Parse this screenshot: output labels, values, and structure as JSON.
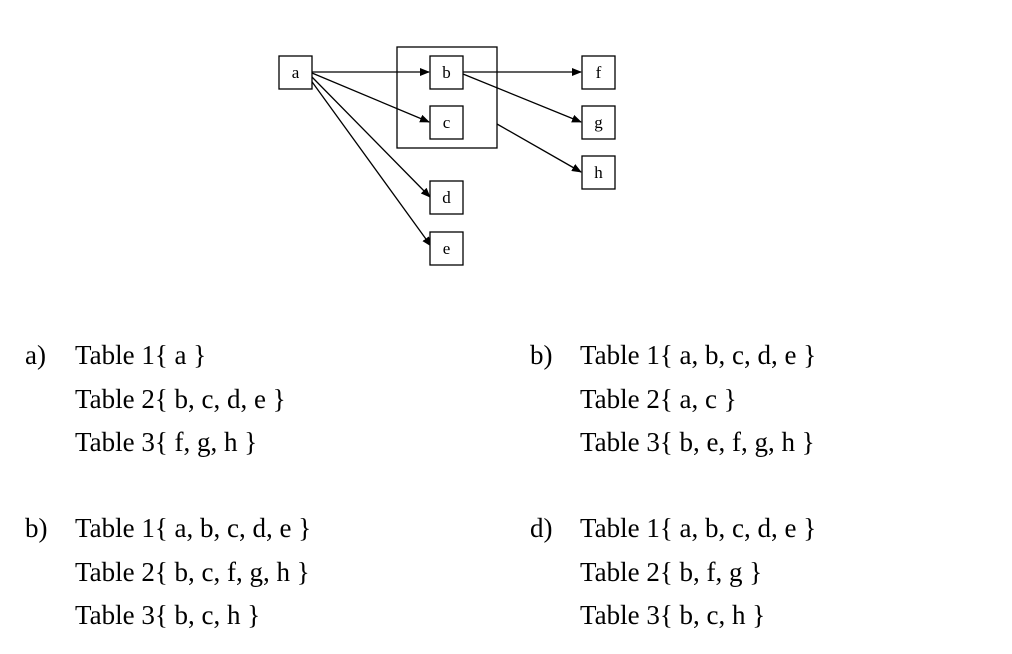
{
  "diagram": {
    "nodes": {
      "a": "a",
      "b": "b",
      "c": "c",
      "d": "d",
      "e": "e",
      "f": "f",
      "g": "g",
      "h": "h"
    }
  },
  "options": [
    {
      "letter": "a)",
      "lines": [
        "Table 1{ a }",
        "Table 2{ b, c, d, e }",
        "Table 3{ f, g, h }"
      ]
    },
    {
      "letter": "b)",
      "lines": [
        "Table 1{ a, b, c, d, e }",
        "Table 2{ a, c }",
        "Table 3{ b, e, f, g, h }"
      ]
    },
    {
      "letter": "b)",
      "lines": [
        "Table 1{ a, b, c, d, e }",
        "Table 2{ b, c, f, g, h }",
        "Table 3{ b, c, h }"
      ]
    },
    {
      "letter": "d)",
      "lines": [
        "Table 1{ a, b, c, d, e }",
        "Table 2{ b, f, g }",
        "Table 3{ b, c, h }"
      ]
    }
  ]
}
